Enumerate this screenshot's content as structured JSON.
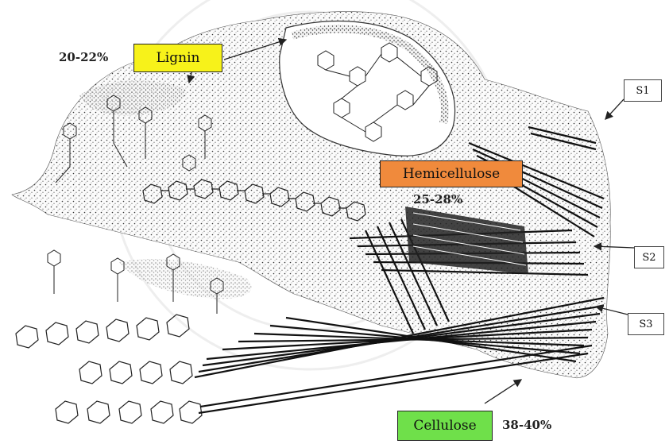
{
  "labels": {
    "lignin": {
      "name": "Lignin",
      "percent": "20-22%",
      "color": "#f7f21a"
    },
    "hemicellulose": {
      "name": "Hemicellulose",
      "percent": "25-28%",
      "color": "#f08a3c"
    },
    "cellulose": {
      "name": "Cellulose",
      "percent": "38-40%",
      "color": "#6fe04a"
    }
  },
  "layers": [
    "S1",
    "S2",
    "S3"
  ]
}
